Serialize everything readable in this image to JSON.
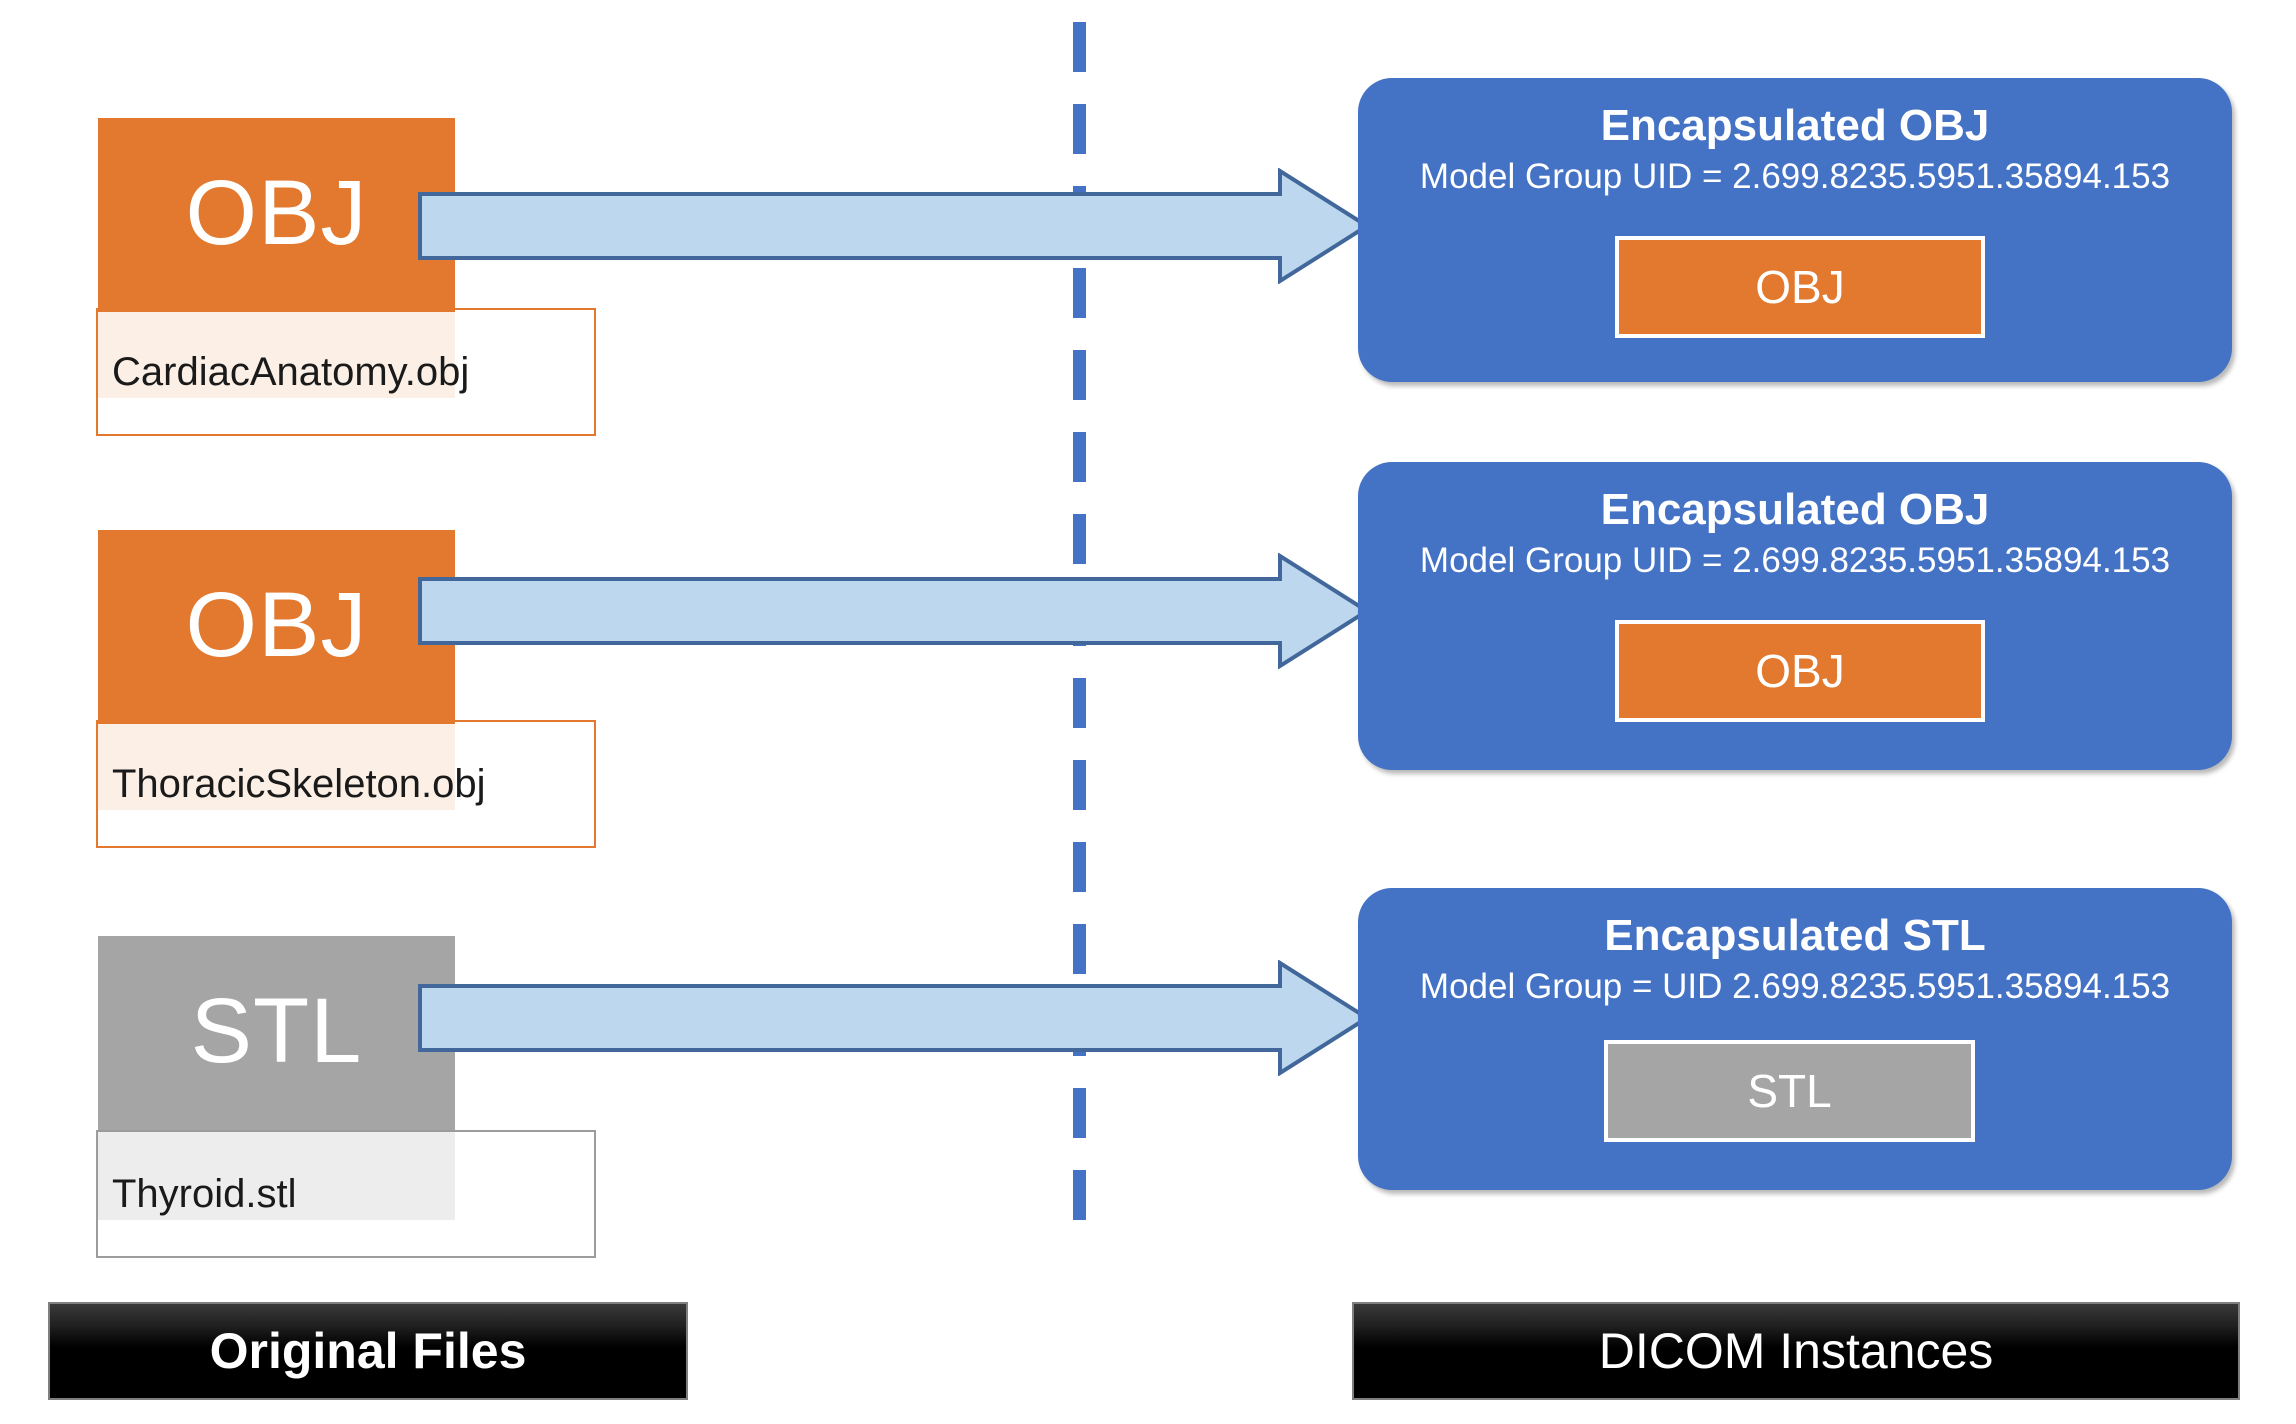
{
  "diagram": {
    "title_hidden": "",
    "colors": {
      "orange": "#E2792F",
      "gray": "#A5A5A5",
      "dicom_blue": "#4472C4",
      "arrow_fill": "#BDD7EE",
      "arrow_stroke": "#41679B",
      "divider_blue": "#4472C4",
      "banner_black": "#000000"
    },
    "left_column": {
      "banner_label": "Original Files",
      "files": [
        {
          "type_label": "OBJ",
          "file_name": "CardiacAnatomy.obj",
          "color": "orange"
        },
        {
          "type_label": "OBJ",
          "file_name": "ThoracicSkeleton.obj",
          "color": "orange"
        },
        {
          "type_label": "STL",
          "file_name": "Thyroid.stl",
          "color": "gray"
        }
      ]
    },
    "right_column": {
      "banner_label": "DICOM Instances",
      "instances": [
        {
          "title": "Encapsulated  OBJ",
          "subtitle": "Model Group UID = 2.699.8235.5951.35894.153",
          "chip_label": "OBJ",
          "chip_color": "orange"
        },
        {
          "title": "Encapsulated  OBJ",
          "subtitle": "Model Group UID = 2.699.8235.5951.35894.153",
          "chip_label": "OBJ",
          "chip_color": "orange"
        },
        {
          "title": "Encapsulated  STL",
          "subtitle": "Model Group = UID 2.699.8235.5951.35894.153",
          "chip_label": "STL",
          "chip_color": "gray"
        }
      ]
    },
    "arrows": [
      {
        "name": "arrow-row-1"
      },
      {
        "name": "arrow-row-2"
      },
      {
        "name": "arrow-row-3"
      }
    ]
  }
}
